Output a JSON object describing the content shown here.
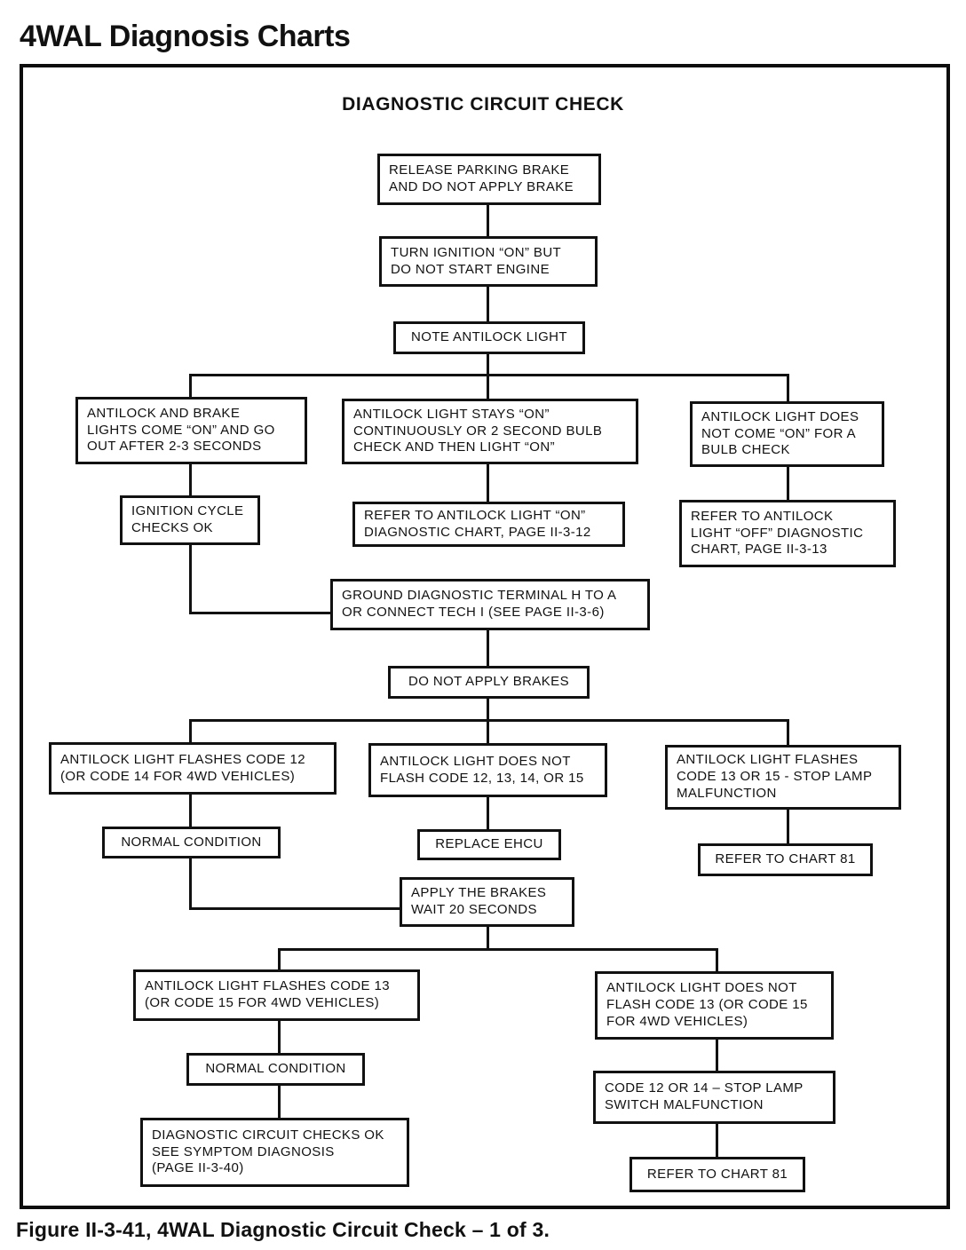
{
  "page": {
    "title": "4WAL Diagnosis Charts",
    "chart_heading": "DIAGNOSTIC CIRCUIT CHECK",
    "caption": "Figure II-3-41, 4WAL Diagnostic Circuit Check – 1 of 3."
  },
  "colors": {
    "ink": "#111111",
    "paper": "#ffffff"
  },
  "nodes": {
    "release_parking_brake": "RELEASE PARKING BRAKE\nAND DO NOT APPLY BRAKE",
    "turn_ignition_on": "TURN IGNITION “ON” BUT\nDO NOT START ENGINE",
    "note_antilock_light": "NOTE ANTILOCK LIGHT",
    "lights_come_on_go_out": "ANTILOCK AND BRAKE\nLIGHTS COME “ON” AND GO\nOUT AFTER 2-3 SECONDS",
    "light_stays_on": "ANTILOCK LIGHT STAYS “ON”\nCONTINUOUSLY OR 2 SECOND BULB\nCHECK AND THEN LIGHT “ON”",
    "light_not_on": "ANTILOCK LIGHT DOES\nNOT COME “ON” FOR A\nBULB CHECK",
    "ignition_cycle_ok": "IGNITION CYCLE\nCHECKS OK",
    "refer_light_on_chart": "REFER TO ANTILOCK LIGHT “ON”\nDIAGNOSTIC CHART, PAGE II-3-12",
    "refer_light_off_chart": "REFER TO ANTILOCK\nLIGHT “OFF” DIAGNOSTIC\nCHART, PAGE II-3-13",
    "ground_terminal": "GROUND DIAGNOSTIC TERMINAL H TO A\nOR CONNECT TECH I (SEE PAGE II-3-6)",
    "do_not_apply_brakes": "DO NOT APPLY BRAKES",
    "flashes_code_12": "ANTILOCK LIGHT FLASHES CODE 12\n(OR CODE 14 FOR 4WD VEHICLES)",
    "no_flash_12_15": "ANTILOCK LIGHT DOES NOT\nFLASH CODE 12, 13, 14, OR 15",
    "flashes_13_15_stop_lamp": "ANTILOCK LIGHT FLASHES\nCODE 13 OR 15 - STOP LAMP\nMALFUNCTION",
    "normal_condition_1": "NORMAL CONDITION",
    "replace_ehcu": "REPLACE EHCU",
    "refer_chart_81_a": "REFER TO CHART 81",
    "apply_brakes_wait": "APPLY THE BRAKES\nWAIT 20 SECONDS",
    "flashes_code_13": "ANTILOCK LIGHT FLASHES CODE 13\n(OR CODE 15 FOR 4WD VEHICLES)",
    "no_flash_13": "ANTILOCK LIGHT DOES NOT\nFLASH CODE 13 (OR CODE 15\nFOR 4WD VEHICLES)",
    "normal_condition_2": "NORMAL CONDITION",
    "diagnostic_checks_ok": "DIAGNOSTIC CIRCUIT CHECKS OK\nSEE SYMPTOM DIAGNOSIS\n(PAGE II-3-40)",
    "code_12_14_stop_lamp": "CODE 12 OR 14 – STOP LAMP\nSWITCH MALFUNCTION",
    "refer_chart_81_b": "REFER TO CHART 81"
  }
}
